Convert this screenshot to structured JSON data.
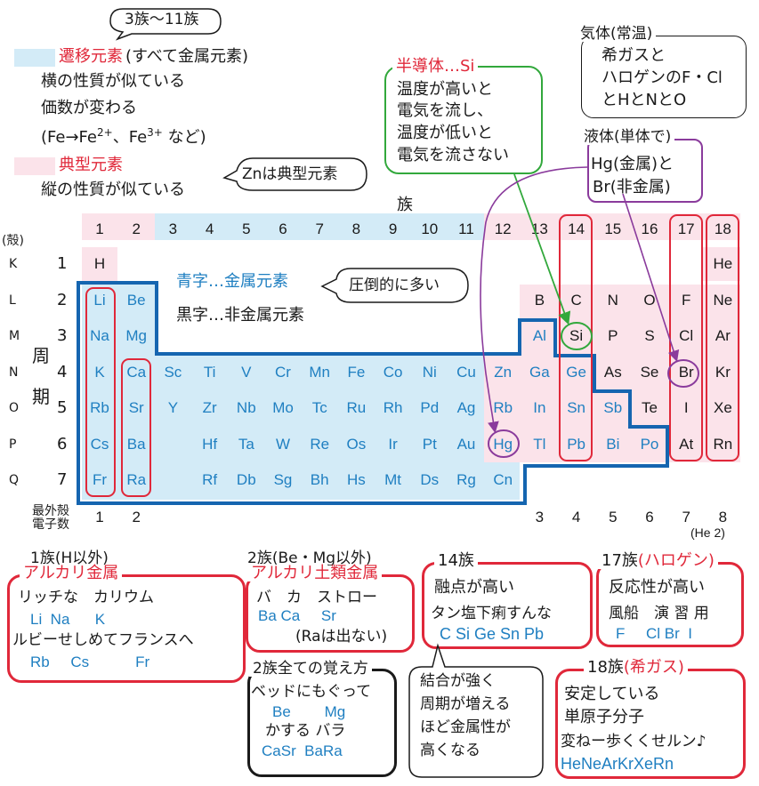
{
  "header": {
    "bubble_transition_groups": "3族〜11族",
    "transition_label": "遷移元素",
    "transition_note": "(すべて金属元素)",
    "transition_lines": [
      "横の性質が似ている",
      "価数が変わる"
    ],
    "valence_example": {
      "pre": "(Fe→Fe",
      "sup1": "2+",
      "mid": "、Fe",
      "sup2": "3+",
      "post": " など)"
    },
    "typical_label": "典型元素",
    "typical_line": "縦の性質が似ている",
    "bubble_zn": "Znは典型元素",
    "legend_blue": "青字…金属元素",
    "legend_black": "黒字…非金属元素",
    "bubble_metals": "圧倒的に多い"
  },
  "semiconductor_box": {
    "title": "半導体…Si",
    "lines": [
      "温度が高いと",
      "電気を流し、",
      "温度が低いと",
      "電気を流さない"
    ]
  },
  "gas_box": {
    "title": "気体(常温)",
    "lines": [
      "希ガスと",
      "ハロゲンのF・Cl",
      "とHとNとO"
    ]
  },
  "liquid_box": {
    "title": "液体(単体で)",
    "lines": [
      "Hg(金属)と",
      "Br(非金属)"
    ]
  },
  "table": {
    "group_title": "族",
    "groups": [
      "1",
      "2",
      "3",
      "4",
      "5",
      "6",
      "7",
      "8",
      "9",
      "10",
      "11",
      "12",
      "13",
      "14",
      "15",
      "16",
      "17",
      "18"
    ],
    "shell_header": "(殻)",
    "shells": [
      "K",
      "L",
      "M",
      "N",
      "O",
      "P",
      "Q"
    ],
    "periods": [
      "1",
      "2",
      "3",
      "4",
      "5",
      "6",
      "7"
    ],
    "period_label": [
      "周",
      "期"
    ],
    "outer_label": [
      "最外殻",
      "電子数"
    ],
    "outer_values_left": [
      "1",
      "2"
    ],
    "outer_values_right": [
      "3",
      "4",
      "5",
      "6",
      "7",
      "8"
    ],
    "he_note": "(He 2)",
    "elements": [
      {
        "s": "H",
        "p": 1,
        "g": 1,
        "m": false
      },
      {
        "s": "He",
        "p": 1,
        "g": 18,
        "m": false
      },
      {
        "s": "Li",
        "p": 2,
        "g": 1,
        "m": true
      },
      {
        "s": "Be",
        "p": 2,
        "g": 2,
        "m": true
      },
      {
        "s": "B",
        "p": 2,
        "g": 13,
        "m": false
      },
      {
        "s": "C",
        "p": 2,
        "g": 14,
        "m": false
      },
      {
        "s": "N",
        "p": 2,
        "g": 15,
        "m": false
      },
      {
        "s": "O",
        "p": 2,
        "g": 16,
        "m": false
      },
      {
        "s": "F",
        "p": 2,
        "g": 17,
        "m": false
      },
      {
        "s": "Ne",
        "p": 2,
        "g": 18,
        "m": false
      },
      {
        "s": "Na",
        "p": 3,
        "g": 1,
        "m": true
      },
      {
        "s": "Mg",
        "p": 3,
        "g": 2,
        "m": true
      },
      {
        "s": "Al",
        "p": 3,
        "g": 13,
        "m": true
      },
      {
        "s": "Si",
        "p": 3,
        "g": 14,
        "m": false
      },
      {
        "s": "P",
        "p": 3,
        "g": 15,
        "m": false
      },
      {
        "s": "S",
        "p": 3,
        "g": 16,
        "m": false
      },
      {
        "s": "Cl",
        "p": 3,
        "g": 17,
        "m": false
      },
      {
        "s": "Ar",
        "p": 3,
        "g": 18,
        "m": false
      },
      {
        "s": "K",
        "p": 4,
        "g": 1,
        "m": true
      },
      {
        "s": "Ca",
        "p": 4,
        "g": 2,
        "m": true
      },
      {
        "s": "Sc",
        "p": 4,
        "g": 3,
        "m": true
      },
      {
        "s": "Ti",
        "p": 4,
        "g": 4,
        "m": true
      },
      {
        "s": "V",
        "p": 4,
        "g": 5,
        "m": true
      },
      {
        "s": "Cr",
        "p": 4,
        "g": 6,
        "m": true
      },
      {
        "s": "Mn",
        "p": 4,
        "g": 7,
        "m": true
      },
      {
        "s": "Fe",
        "p": 4,
        "g": 8,
        "m": true
      },
      {
        "s": "Co",
        "p": 4,
        "g": 9,
        "m": true
      },
      {
        "s": "Ni",
        "p": 4,
        "g": 10,
        "m": true
      },
      {
        "s": "Cu",
        "p": 4,
        "g": 11,
        "m": true
      },
      {
        "s": "Zn",
        "p": 4,
        "g": 12,
        "m": true
      },
      {
        "s": "Ga",
        "p": 4,
        "g": 13,
        "m": true
      },
      {
        "s": "Ge",
        "p": 4,
        "g": 14,
        "m": true
      },
      {
        "s": "As",
        "p": 4,
        "g": 15,
        "m": false
      },
      {
        "s": "Se",
        "p": 4,
        "g": 16,
        "m": false
      },
      {
        "s": "Br",
        "p": 4,
        "g": 17,
        "m": false
      },
      {
        "s": "Kr",
        "p": 4,
        "g": 18,
        "m": false
      },
      {
        "s": "Rb",
        "p": 5,
        "g": 1,
        "m": true
      },
      {
        "s": "Sr",
        "p": 5,
        "g": 2,
        "m": true
      },
      {
        "s": "Y",
        "p": 5,
        "g": 3,
        "m": true
      },
      {
        "s": "Zr",
        "p": 5,
        "g": 4,
        "m": true
      },
      {
        "s": "Nb",
        "p": 5,
        "g": 5,
        "m": true
      },
      {
        "s": "Mo",
        "p": 5,
        "g": 6,
        "m": true
      },
      {
        "s": "Tc",
        "p": 5,
        "g": 7,
        "m": true
      },
      {
        "s": "Ru",
        "p": 5,
        "g": 8,
        "m": true
      },
      {
        "s": "Rh",
        "p": 5,
        "g": 9,
        "m": true
      },
      {
        "s": "Pd",
        "p": 5,
        "g": 10,
        "m": true
      },
      {
        "s": "Ag",
        "p": 5,
        "g": 11,
        "m": true
      },
      {
        "s": "Rb",
        "p": 5,
        "g": 12,
        "m": true
      },
      {
        "s": "In",
        "p": 5,
        "g": 13,
        "m": true
      },
      {
        "s": "Sn",
        "p": 5,
        "g": 14,
        "m": true
      },
      {
        "s": "Sb",
        "p": 5,
        "g": 15,
        "m": true
      },
      {
        "s": "Te",
        "p": 5,
        "g": 16,
        "m": false
      },
      {
        "s": "I",
        "p": 5,
        "g": 17,
        "m": false
      },
      {
        "s": "Xe",
        "p": 5,
        "g": 18,
        "m": false
      },
      {
        "s": "Cs",
        "p": 6,
        "g": 1,
        "m": true
      },
      {
        "s": "Ba",
        "p": 6,
        "g": 2,
        "m": true
      },
      {
        "s": "Hf",
        "p": 6,
        "g": 4,
        "m": true
      },
      {
        "s": "Ta",
        "p": 6,
        "g": 5,
        "m": true
      },
      {
        "s": "W",
        "p": 6,
        "g": 6,
        "m": true
      },
      {
        "s": "Re",
        "p": 6,
        "g": 7,
        "m": true
      },
      {
        "s": "Os",
        "p": 6,
        "g": 8,
        "m": true
      },
      {
        "s": "Ir",
        "p": 6,
        "g": 9,
        "m": true
      },
      {
        "s": "Pt",
        "p": 6,
        "g": 10,
        "m": true
      },
      {
        "s": "Au",
        "p": 6,
        "g": 11,
        "m": true
      },
      {
        "s": "Hg",
        "p": 6,
        "g": 12,
        "m": true
      },
      {
        "s": "Tl",
        "p": 6,
        "g": 13,
        "m": true
      },
      {
        "s": "Pb",
        "p": 6,
        "g": 14,
        "m": true
      },
      {
        "s": "Bi",
        "p": 6,
        "g": 15,
        "m": true
      },
      {
        "s": "Po",
        "p": 6,
        "g": 16,
        "m": true
      },
      {
        "s": "At",
        "p": 6,
        "g": 17,
        "m": false
      },
      {
        "s": "Rn",
        "p": 6,
        "g": 18,
        "m": false
      },
      {
        "s": "Fr",
        "p": 7,
        "g": 1,
        "m": true
      },
      {
        "s": "Ra",
        "p": 7,
        "g": 2,
        "m": true
      },
      {
        "s": "Rf",
        "p": 7,
        "g": 4,
        "m": true
      },
      {
        "s": "Db",
        "p": 7,
        "g": 5,
        "m": true
      },
      {
        "s": "Sg",
        "p": 7,
        "g": 6,
        "m": true
      },
      {
        "s": "Bh",
        "p": 7,
        "g": 7,
        "m": true
      },
      {
        "s": "Hs",
        "p": 7,
        "g": 8,
        "m": true
      },
      {
        "s": "Mt",
        "p": 7,
        "g": 9,
        "m": true
      },
      {
        "s": "Ds",
        "p": 7,
        "g": 10,
        "m": true
      },
      {
        "s": "Rg",
        "p": 7,
        "g": 11,
        "m": true
      },
      {
        "s": "Cn",
        "p": 7,
        "g": 12,
        "m": true
      }
    ]
  },
  "box_alkali": {
    "header": "1族(H以外)",
    "title": "アルカリ金属",
    "line1": "リッチな　カリウム",
    "line2": "Li  Na      K",
    "line3": "ルビーせしめてフランスへ",
    "line4": "Rb     Cs           Fr"
  },
  "box_alkaline_earth": {
    "header": "2族(Be・Mg以外)",
    "title": "アルカリ土類金属",
    "line1": "バ　カ　ストロー",
    "line2": "Ba Ca     Sr",
    "line3": "(Raは出ない)"
  },
  "box_group2": {
    "title": "2族全ての覚え方",
    "line1": "ベッドにもぐって",
    "line2": "Be        Mg",
    "line3": "かする バラ",
    "line4": "CaSr  BaRa"
  },
  "box_group14": {
    "title": "14族",
    "line1": "融点が高い",
    "line2": "タン塩下痢すんな",
    "line3": "C Si Ge Sn Pb"
  },
  "bubble_group14": {
    "lines": [
      "結合が強く",
      "周期が増える",
      "ほど金属性が",
      "高くなる"
    ]
  },
  "box_halogen": {
    "title_pre": "17族",
    "title_em": "(ハロゲン)",
    "line1": "反応性が高い",
    "line2": "風船　演 習 用",
    "line3": "F     Cl Br  I"
  },
  "box_noble": {
    "title_pre": "18族",
    "title_em": "(希ガス)",
    "line1": "安定している",
    "line2": "単原子分子",
    "line3": "変ねー歩くくせルン♪",
    "line4": "HeNeArKrXeRn"
  },
  "colors": {
    "metal": "#1f7fc1",
    "red": "#e0283a",
    "transition_bg": "#d3ebf7",
    "typical_bg": "#fbe3ea",
    "metal_border": "#1565b0",
    "green": "#32a83c",
    "purple": "#8a3b9c"
  }
}
